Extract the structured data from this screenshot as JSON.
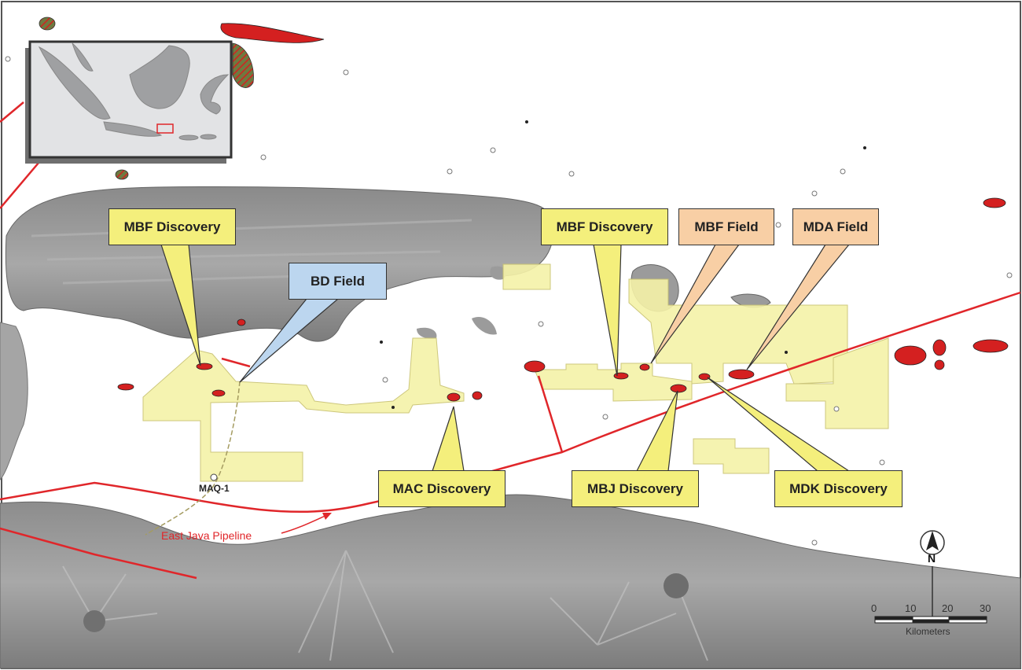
{
  "callouts": {
    "mbf_discovery_west": "MBF Discovery",
    "bd_field": "BD Field",
    "mbf_discovery_east": "MBF Discovery",
    "mbf_field": "MBF Field",
    "mda_field": "MDA Field",
    "mac_discovery": "MAC Discovery",
    "mbj_discovery": "MBJ Discovery",
    "mdk_discovery": "MDK Discovery"
  },
  "well_label": "MAQ-1",
  "pipeline_label": "East Java Pipeline",
  "north_arrow": "N",
  "scale": {
    "ticks": [
      "0",
      "10",
      "20",
      "30"
    ],
    "unit": "Kilometers"
  },
  "colors": {
    "discovery": "#f4ef7c",
    "field": "#f8cfa5",
    "bd_field": "#bcd6ef",
    "pipeline": "#e0262a",
    "fields_red": "#d42020",
    "license": "#f5f2a8",
    "land": "#9b9b9b"
  }
}
